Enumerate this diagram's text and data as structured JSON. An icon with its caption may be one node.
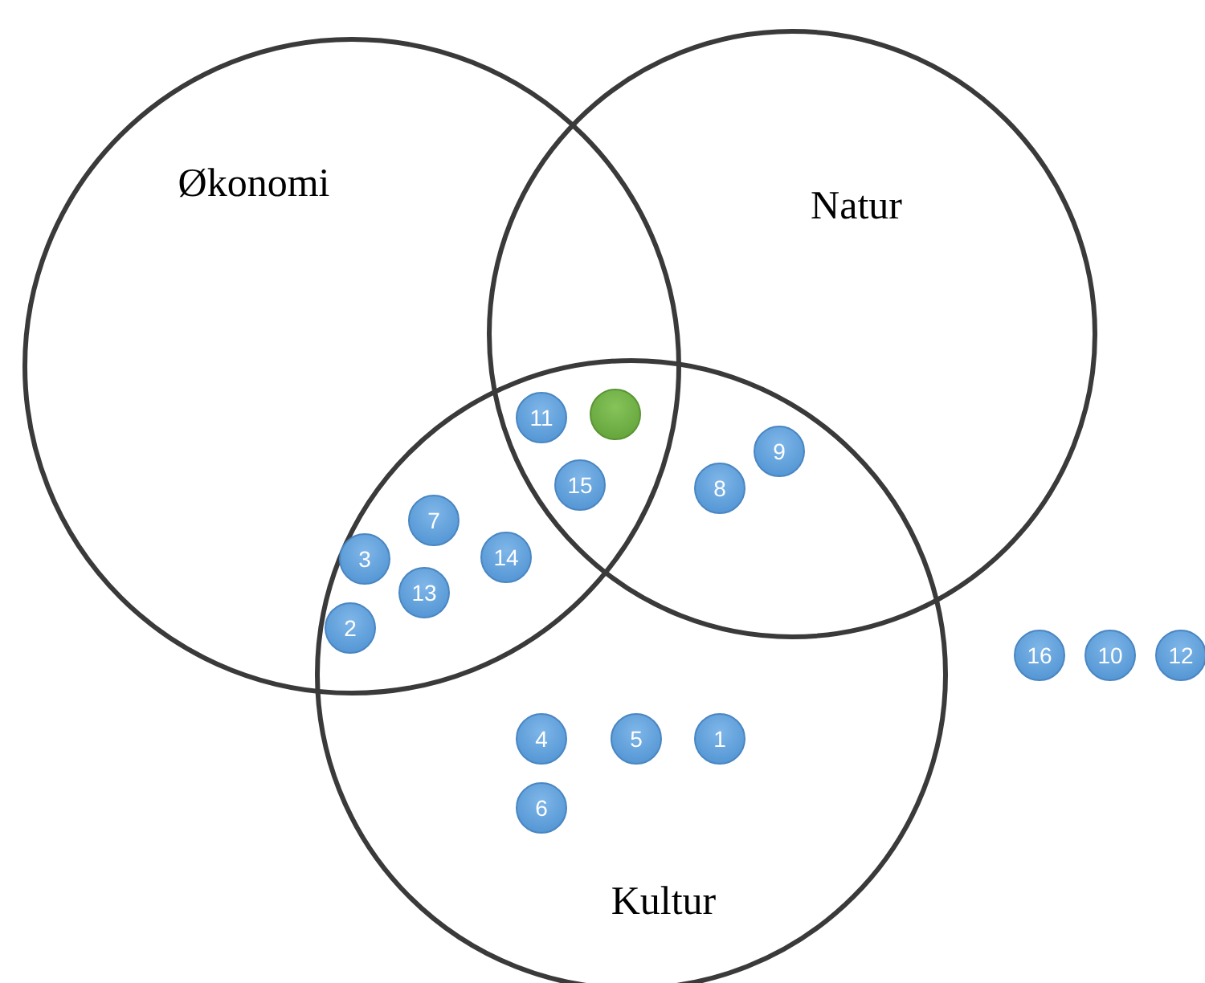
{
  "diagram": {
    "nodes": [
      {
        "text": [
          "Økonomi"
        ]
      },
      {
        "text": [
          "Natur"
        ]
      },
      {
        "text": [
          "Kultur"
        ]
      },
      {
        "text": [
          "11"
        ]
      },
      {
        "text": [],
        "shape": "circle"
      },
      {
        "text": [
          "9"
        ]
      },
      {
        "text": [
          "15"
        ]
      },
      {
        "text": [
          "8"
        ]
      },
      {
        "text": [
          "7"
        ]
      },
      {
        "text": [
          "3"
        ]
      },
      {
        "text": [
          "14"
        ]
      },
      {
        "text": [
          "13"
        ]
      },
      {
        "text": [
          "2"
        ]
      },
      {
        "text": [
          "16"
        ]
      },
      {
        "text": [
          "10"
        ]
      },
      {
        "text": [
          "12"
        ]
      },
      {
        "text": [
          "4"
        ],
        "in": 2
      },
      {
        "text": [
          "5"
        ],
        "in": 2
      },
      {
        "text": [
          "1"
        ],
        "in": 2
      },
      {
        "text": [
          "6"
        ],
        "in": 2
      }
    ]
  }
}
